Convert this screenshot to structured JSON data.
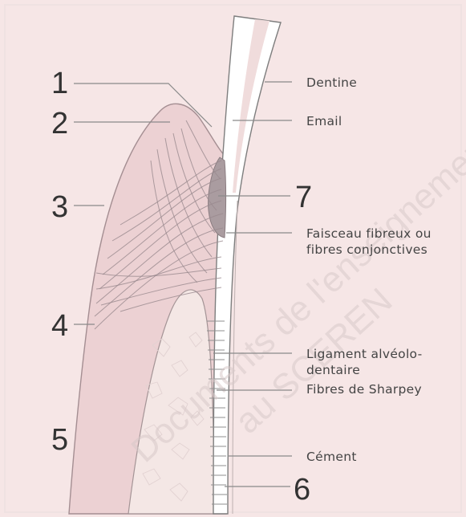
{
  "numbers": {
    "n1": "1",
    "n2": "2",
    "n3": "3",
    "n4": "4",
    "n5": "5",
    "n6": "6",
    "n7": "7"
  },
  "labels": {
    "dentine": "Dentine",
    "email": "Email",
    "faisceau_line1": "Faisceau fibreux ou",
    "faisceau_line2": "fibres conjonctives",
    "ligament_line1": "Ligament alvéolo-",
    "ligament_line2": "dentaire",
    "sharpey": "Fibres de Sharpey",
    "cement": "Cément"
  },
  "watermark": {
    "line1": "Documents de l'enseignement",
    "line2": "au SCEREN"
  },
  "colors": {
    "background": "#f6e6e6",
    "gum": "#ecd1d3",
    "bone": "#f4e7e5",
    "tooth": "#ffffff",
    "enamel_stripe": "#f0dcdc",
    "attachment": "#aa9ca0"
  }
}
